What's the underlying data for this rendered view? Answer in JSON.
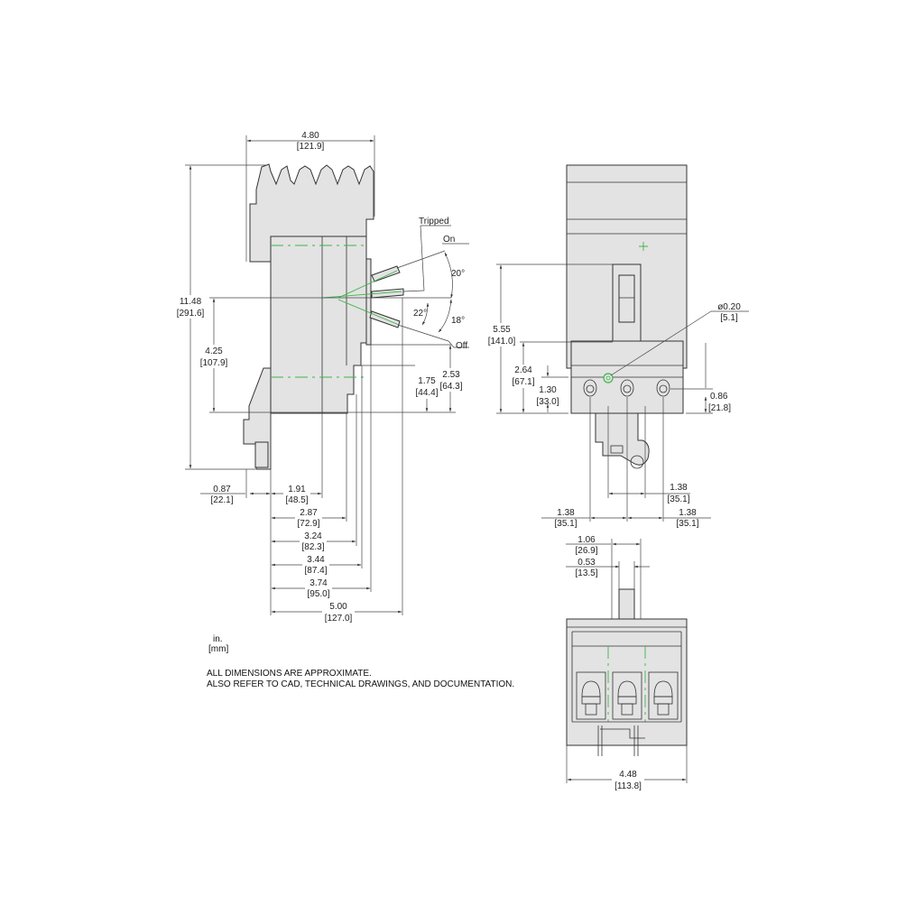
{
  "units": {
    "primary": "in.",
    "secondary": "[mm]"
  },
  "notes": [
    "ALL DIMENSIONS ARE APPROXIMATE.",
    "ALSO REFER TO CAD, TECHNICAL DRAWINGS, AND DOCUMENTATION."
  ],
  "side_view": {
    "width_top": {
      "in": "4.80",
      "mm": "[121.9]"
    },
    "height_total": {
      "in": "11.48",
      "mm": "[291.6]"
    },
    "height_handle": {
      "in": "4.25",
      "mm": "[107.9]"
    },
    "handle_positions": {
      "tripped": "Tripped",
      "on": "On",
      "off": "Off"
    },
    "angles": {
      "on": "20°",
      "tripped": "22°",
      "off": "18°"
    },
    "height_a": {
      "in": "1.75",
      "mm": "[44.4]"
    },
    "height_b": {
      "in": "2.53",
      "mm": "[64.3]"
    },
    "depth_bottom": {
      "in": "0.87",
      "mm": "[22.1]"
    },
    "depths": [
      {
        "in": "1.91",
        "mm": "[48.5]"
      },
      {
        "in": "2.87",
        "mm": "[72.9]"
      },
      {
        "in": "3.24",
        "mm": "[82.3]"
      },
      {
        "in": "3.44",
        "mm": "[87.4]"
      },
      {
        "in": "3.74",
        "mm": "[95.0]"
      },
      {
        "in": "5.00",
        "mm": "[127.0]"
      }
    ]
  },
  "front_view": {
    "hole_dia": {
      "in": "ø0.20",
      "mm": "[5.1]"
    },
    "height_handle": {
      "in": "5.55",
      "mm": "[141.0]"
    },
    "height_a": {
      "in": "2.64",
      "mm": "[67.1]"
    },
    "height_b": {
      "in": "1.30",
      "mm": "[33.0]"
    },
    "height_c": {
      "in": "0.86",
      "mm": "[21.8]"
    },
    "pitch_inner": {
      "in": "1.38",
      "mm": "[35.1]"
    },
    "pitch_left": {
      "in": "1.38",
      "mm": "[35.1]"
    },
    "pitch_right": {
      "in": "1.38",
      "mm": "[35.1]"
    }
  },
  "bottom_view": {
    "width_a": {
      "in": "1.06",
      "mm": "[26.9]"
    },
    "width_b": {
      "in": "0.53",
      "mm": "[13.5]"
    },
    "width_total": {
      "in": "4.48",
      "mm": "[113.8]"
    }
  }
}
